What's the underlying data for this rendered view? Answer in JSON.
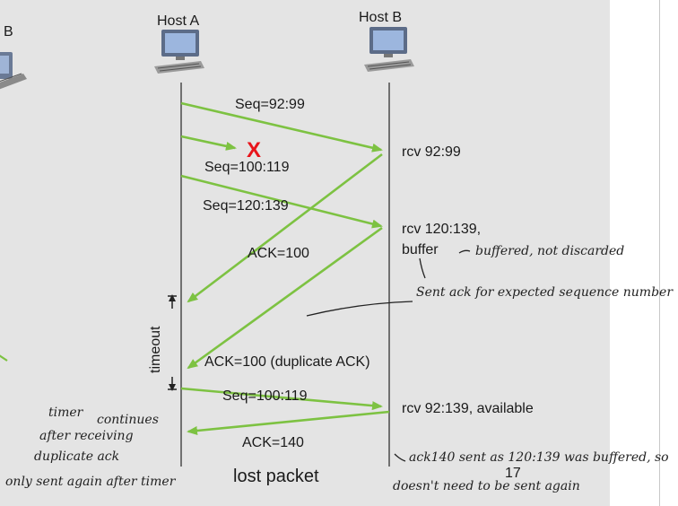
{
  "hosts": {
    "a": "Host A",
    "b": "Host B",
    "b_partial": "B"
  },
  "messages": {
    "seq1": "Seq=92:99",
    "seq2": "Seq=100:119",
    "seq3": "Seq=120:139",
    "ack1": "ACK=100",
    "ack2": "ACK=100 (duplicate ACK)",
    "seq4": "Seq=100:119",
    "ack3": "ACK=140"
  },
  "loss_mark": "X",
  "receiver_notes": {
    "rcv1": "rcv 92:99",
    "rcv2_line1": "rcv 120:139,",
    "rcv2_line2": "buffer",
    "rcv3": "rcv 92:139, available"
  },
  "timeout_label": "timeout",
  "caption": "lost packet",
  "page_number": "17",
  "handwriting": {
    "buffer_note": "buffered, not discarded",
    "sent_ack_note": "Sent ack for expected sequence number",
    "timer_line1": "timer",
    "timer_line2": "continues",
    "timer_line3": "after receiving",
    "timer_line4": "duplicate ack",
    "timer_line5": "only sent again after timer",
    "ack140_line1": "ack140 sent as 120:139 was buffered, so",
    "ack140_line2": "doesn't need to be sent again"
  },
  "colors": {
    "arrow": "#7dc242",
    "loss": "#e8141b",
    "background": "#e4e4e4",
    "timeline": "#333333"
  }
}
